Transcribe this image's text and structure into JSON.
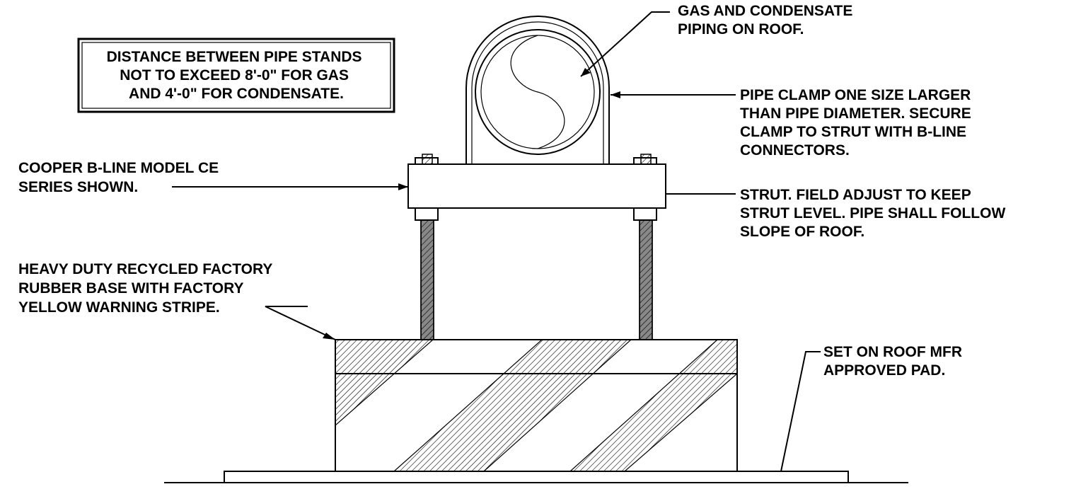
{
  "diagram": {
    "spacing_note": {
      "lines": [
        "DISTANCE BETWEEN PIPE STANDS",
        "NOT TO EXCEED 8'-0\" FOR GAS",
        "AND 4'-0\" FOR CONDENSATE."
      ]
    },
    "labels": {
      "piping": [
        "GAS AND CONDENSATE",
        "PIPING ON ROOF."
      ],
      "pipe_clamp": [
        "PIPE CLAMP ONE SIZE LARGER",
        "THAN PIPE DIAMETER.  SECURE",
        "CLAMP TO STRUT WITH B-LINE",
        "CONNECTORS."
      ],
      "model": [
        "COOPER B-LINE MODEL CE",
        "SERIES SHOWN."
      ],
      "strut": [
        "STRUT.  FIELD ADJUST TO KEEP",
        "STRUT LEVEL. PIPE SHALL FOLLOW",
        "SLOPE OF ROOF."
      ],
      "base": [
        "HEAVY DUTY RECYCLED FACTORY",
        "RUBBER BASE WITH FACTORY",
        "YELLOW WARNING STRIPE."
      ],
      "pad": [
        "SET ON ROOF MFR",
        "APPROVED PAD."
      ]
    }
  }
}
